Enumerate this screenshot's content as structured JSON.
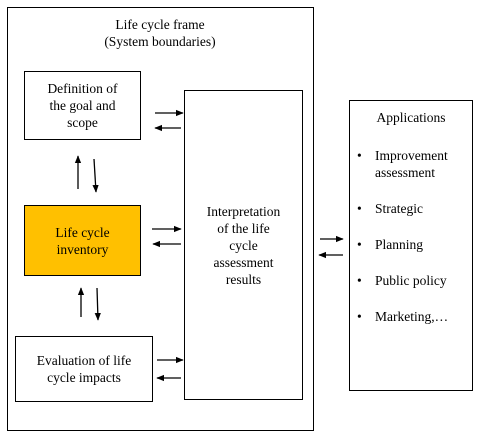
{
  "frame": {
    "title": "Life cycle frame\n(System boundaries)"
  },
  "boxes": {
    "goal": "Definition of\nthe goal and\nscope",
    "inventory": "Life cycle\ninventory",
    "impacts": "Evaluation of life\ncycle impacts",
    "interpretation": "Interpretation\nof the life\ncycle\nassessment\nresults"
  },
  "applications": {
    "title": "Applications",
    "items": [
      "Improvement\nassessment",
      "Strategic",
      "Planning",
      "Public policy",
      "Marketing,…"
    ]
  },
  "colors": {
    "inventory_fill": "#FFC000",
    "border": "#000000"
  }
}
